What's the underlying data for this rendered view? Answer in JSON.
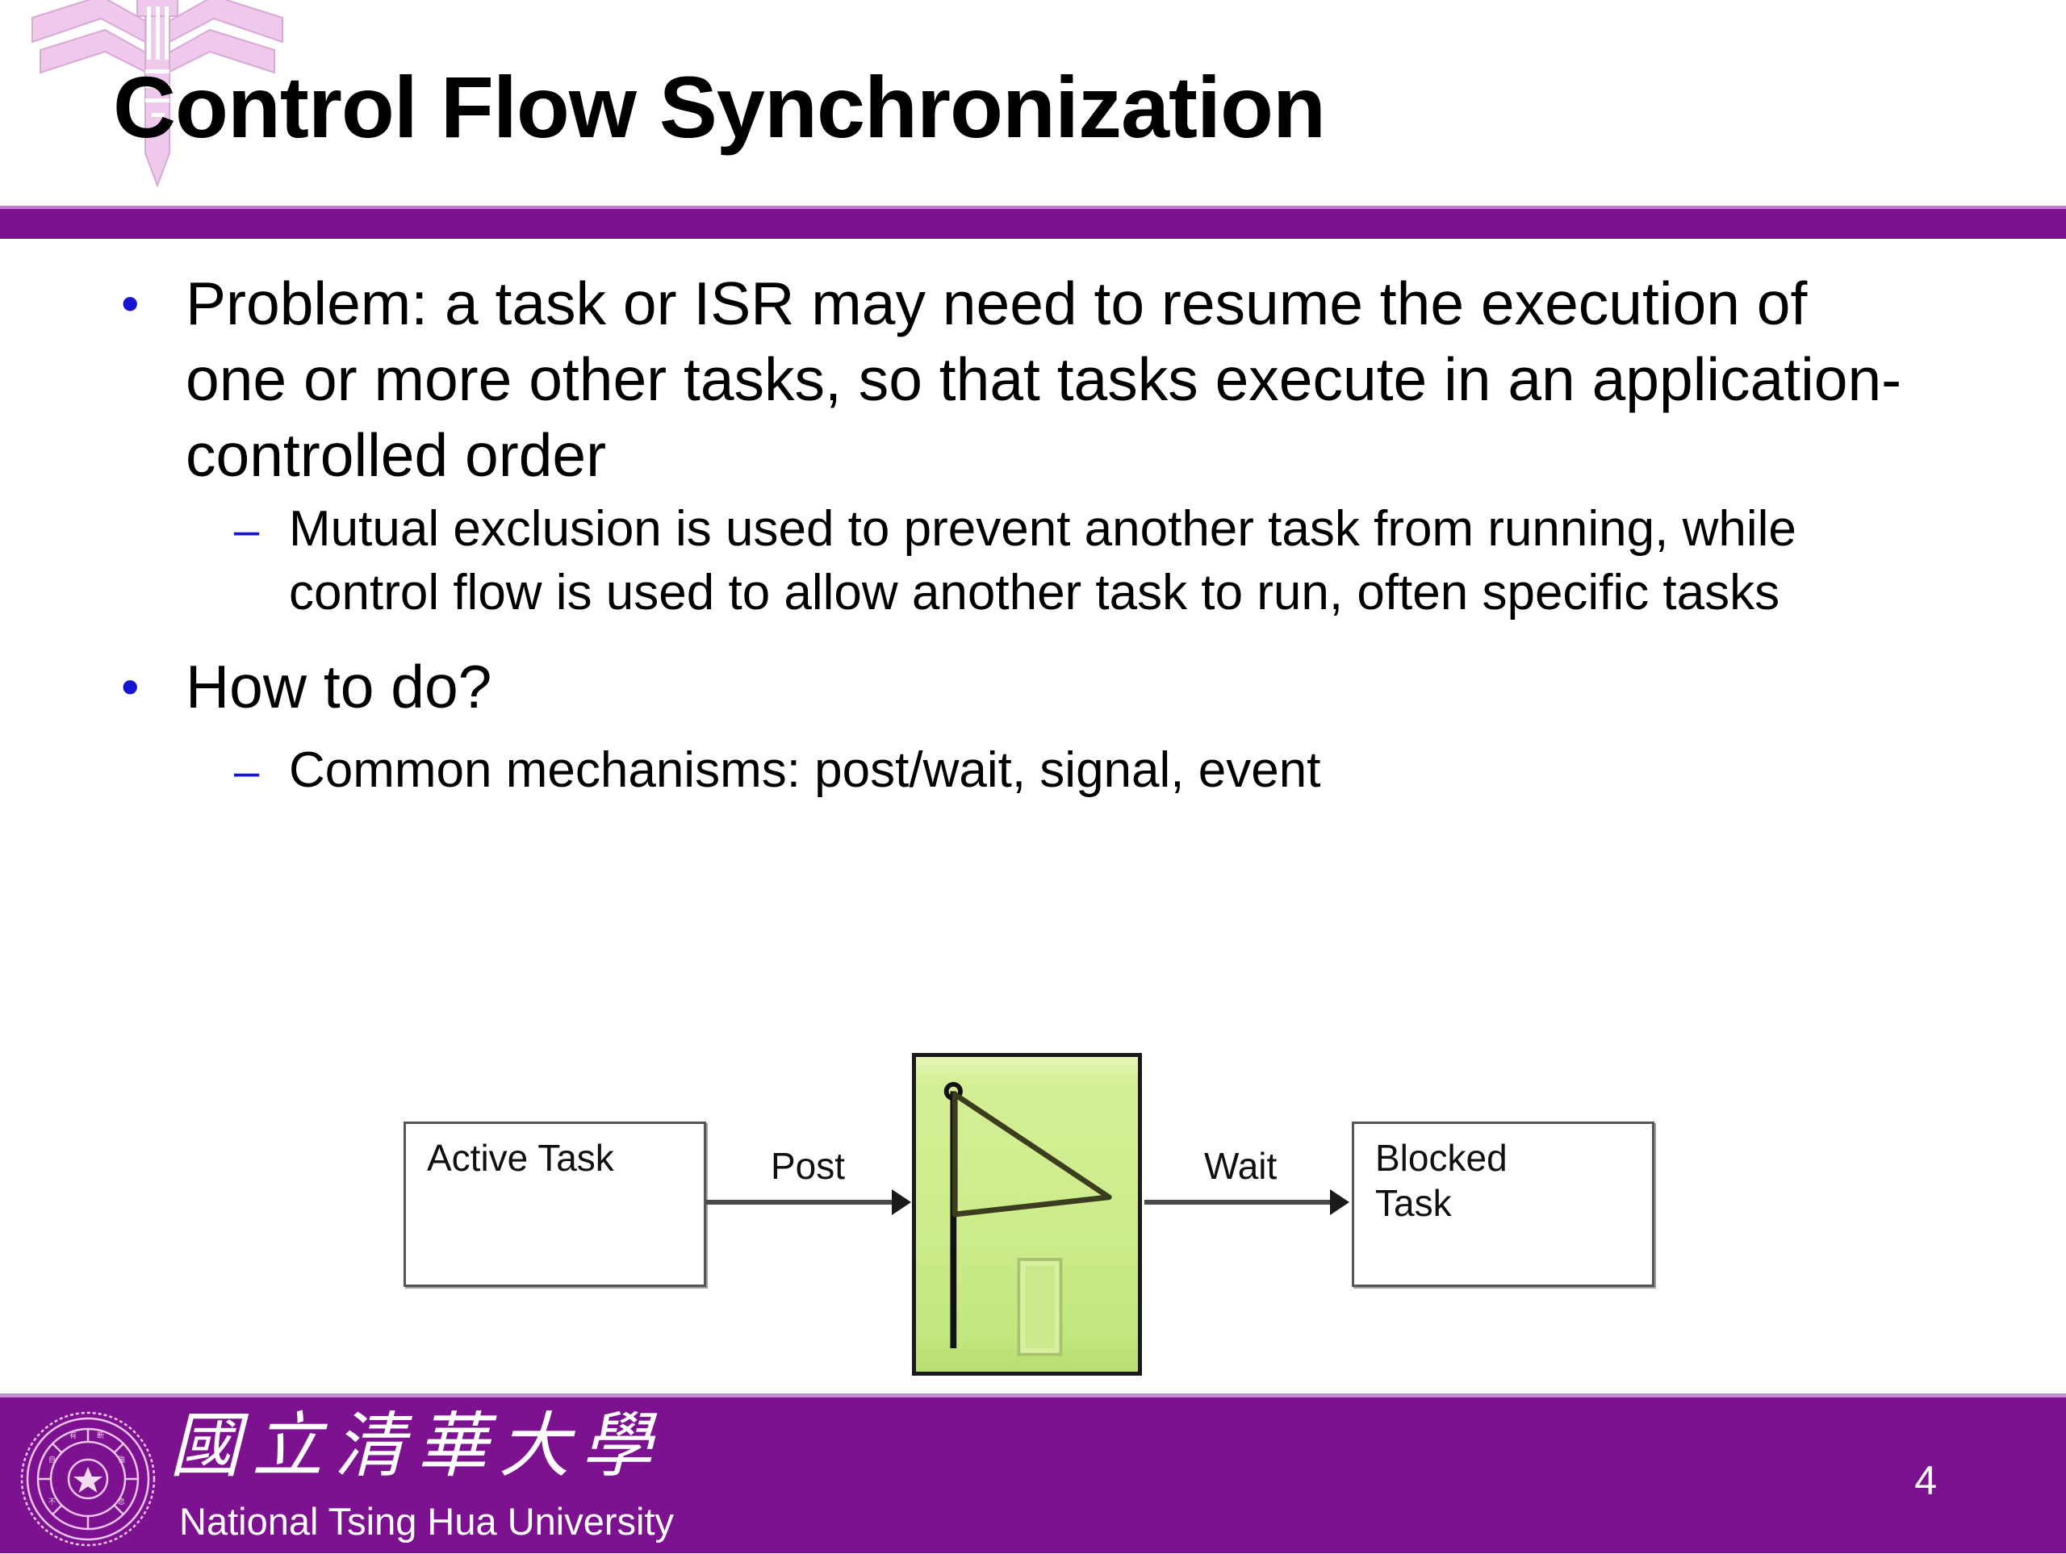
{
  "slide": {
    "title": "Control Flow Synchronization",
    "page_number": "4",
    "accent_purple": "#7D1291",
    "accent_purple_light": "#c27ad2",
    "bullet_blue": "#1414D2",
    "semaphore_green": "#ccec8b"
  },
  "watermark": {
    "name": "nthu-stylized-logo",
    "color": "#edc8ea"
  },
  "content": [
    {
      "level": 1,
      "marker": "•",
      "text": "Problem: a task or ISR may need to resume the execution of one or more other tasks, so that tasks execute in an application-controlled order"
    },
    {
      "level": 2,
      "marker": "–",
      "text": "Mutual exclusion is used to prevent another task from running, while control flow is used to allow another task to run, often specific tasks"
    },
    {
      "level": 1,
      "marker": "•",
      "text": "How to do?"
    },
    {
      "level": 2,
      "marker": "–",
      "text": "Common mechanisms: post/wait, signal, event"
    }
  ],
  "diagram": {
    "type": "flow",
    "nodes": [
      {
        "id": "active",
        "label": "Active Task",
        "shape": "rectangle"
      },
      {
        "id": "semaphore",
        "label": "",
        "shape": "flag-box",
        "icon": "semaphore-flag-icon"
      },
      {
        "id": "blocked",
        "label": "Blocked\nTask",
        "shape": "rectangle"
      }
    ],
    "edges": [
      {
        "from": "active",
        "to": "semaphore",
        "label": "Post"
      },
      {
        "from": "semaphore",
        "to": "blocked",
        "label": "Wait"
      }
    ],
    "node_labels": {
      "active": "Active Task",
      "blocked_line1": "Blocked",
      "blocked_line2": "Task"
    },
    "edge_labels": {
      "post": "Post",
      "wait": "Wait"
    }
  },
  "footer": {
    "university_cn": "國立清華大學",
    "university_en": "National Tsing Hua University",
    "seal_name": "nthu-seal-icon",
    "page_number": "4"
  }
}
